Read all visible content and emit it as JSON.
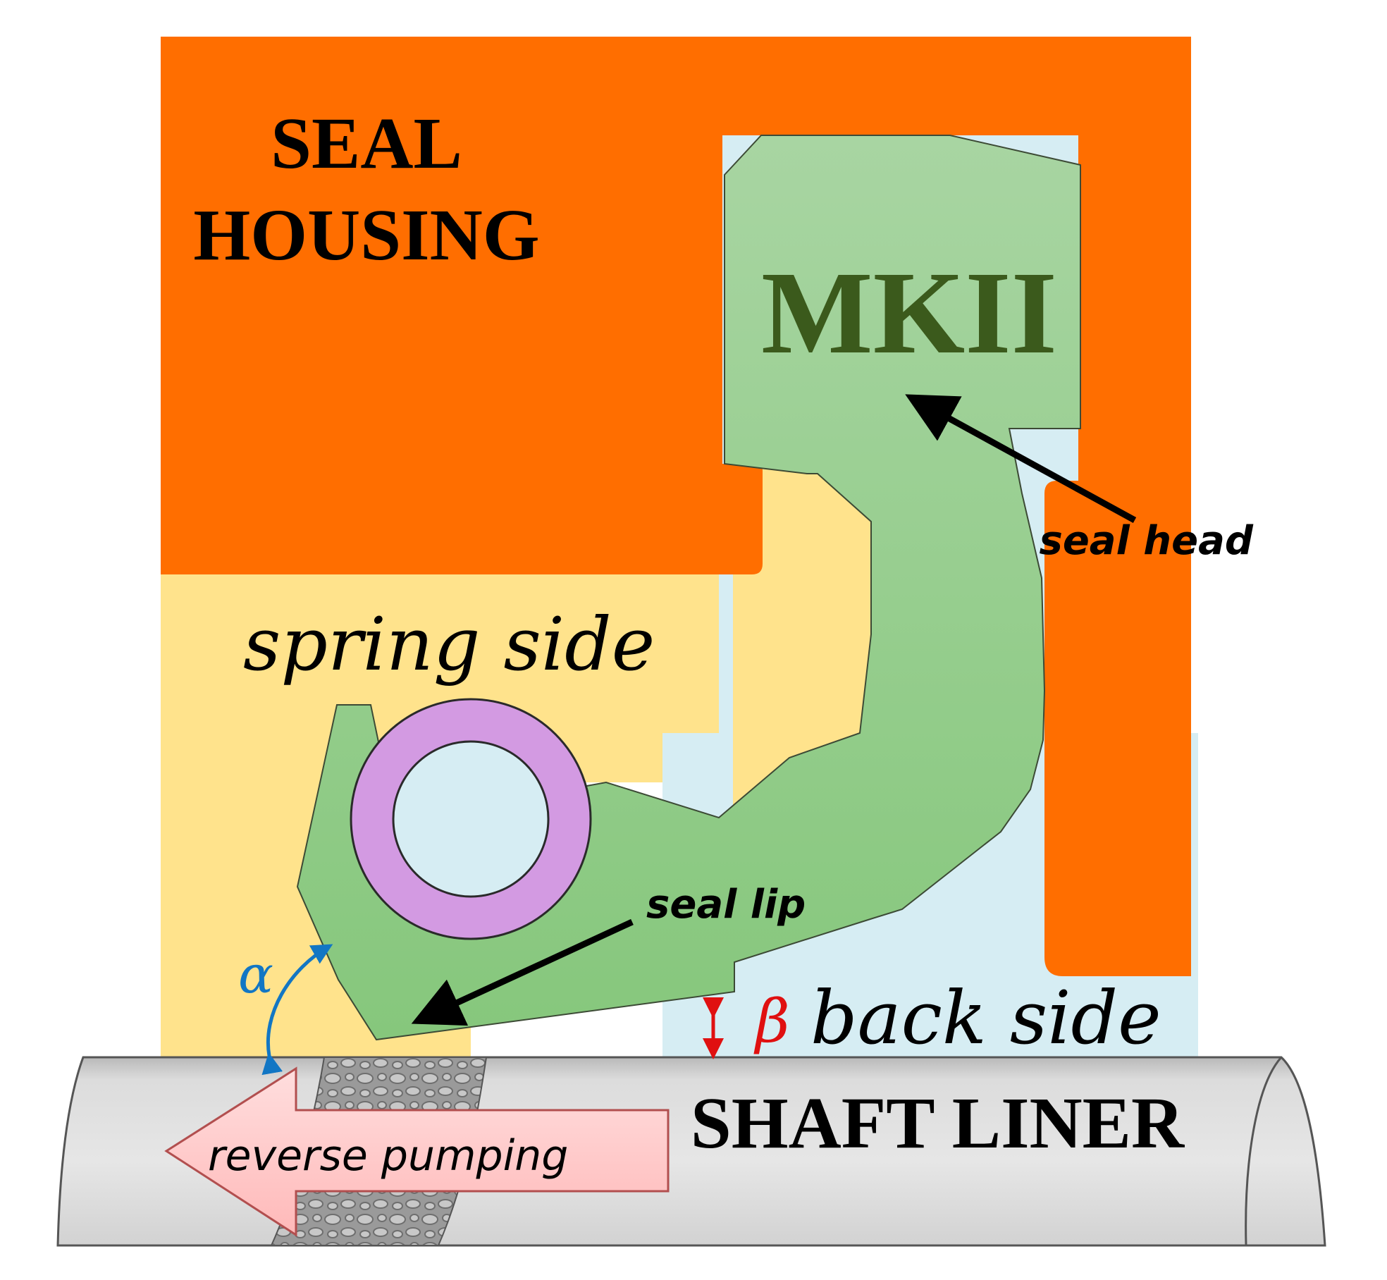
{
  "labels": {
    "housing_line1": "SEAL",
    "housing_line2": "HOUSING",
    "model": "MKII",
    "seal_head": "seal head",
    "spring_side": "spring side",
    "seal_lip": "seal lip",
    "alpha": "α",
    "beta": "β",
    "back_side": "back side",
    "shaft_liner": "SHAFT LINER",
    "reverse_pumping": "reverse pumping"
  },
  "colors": {
    "housing": "#ff6e00",
    "spring_side_fluid": "#ffe38c",
    "back_side_fluid": "#d6edf3",
    "seal": "#8fcb86",
    "spring_ring": "#d39ae2",
    "spring_core": "#d6edf3",
    "shaft": "#d8d8d8",
    "model_text": "#3b5a1c",
    "alpha_arrow": "#1276c4",
    "beta_arrow": "#e01010",
    "pump_arrow": "#ffcfcf"
  }
}
